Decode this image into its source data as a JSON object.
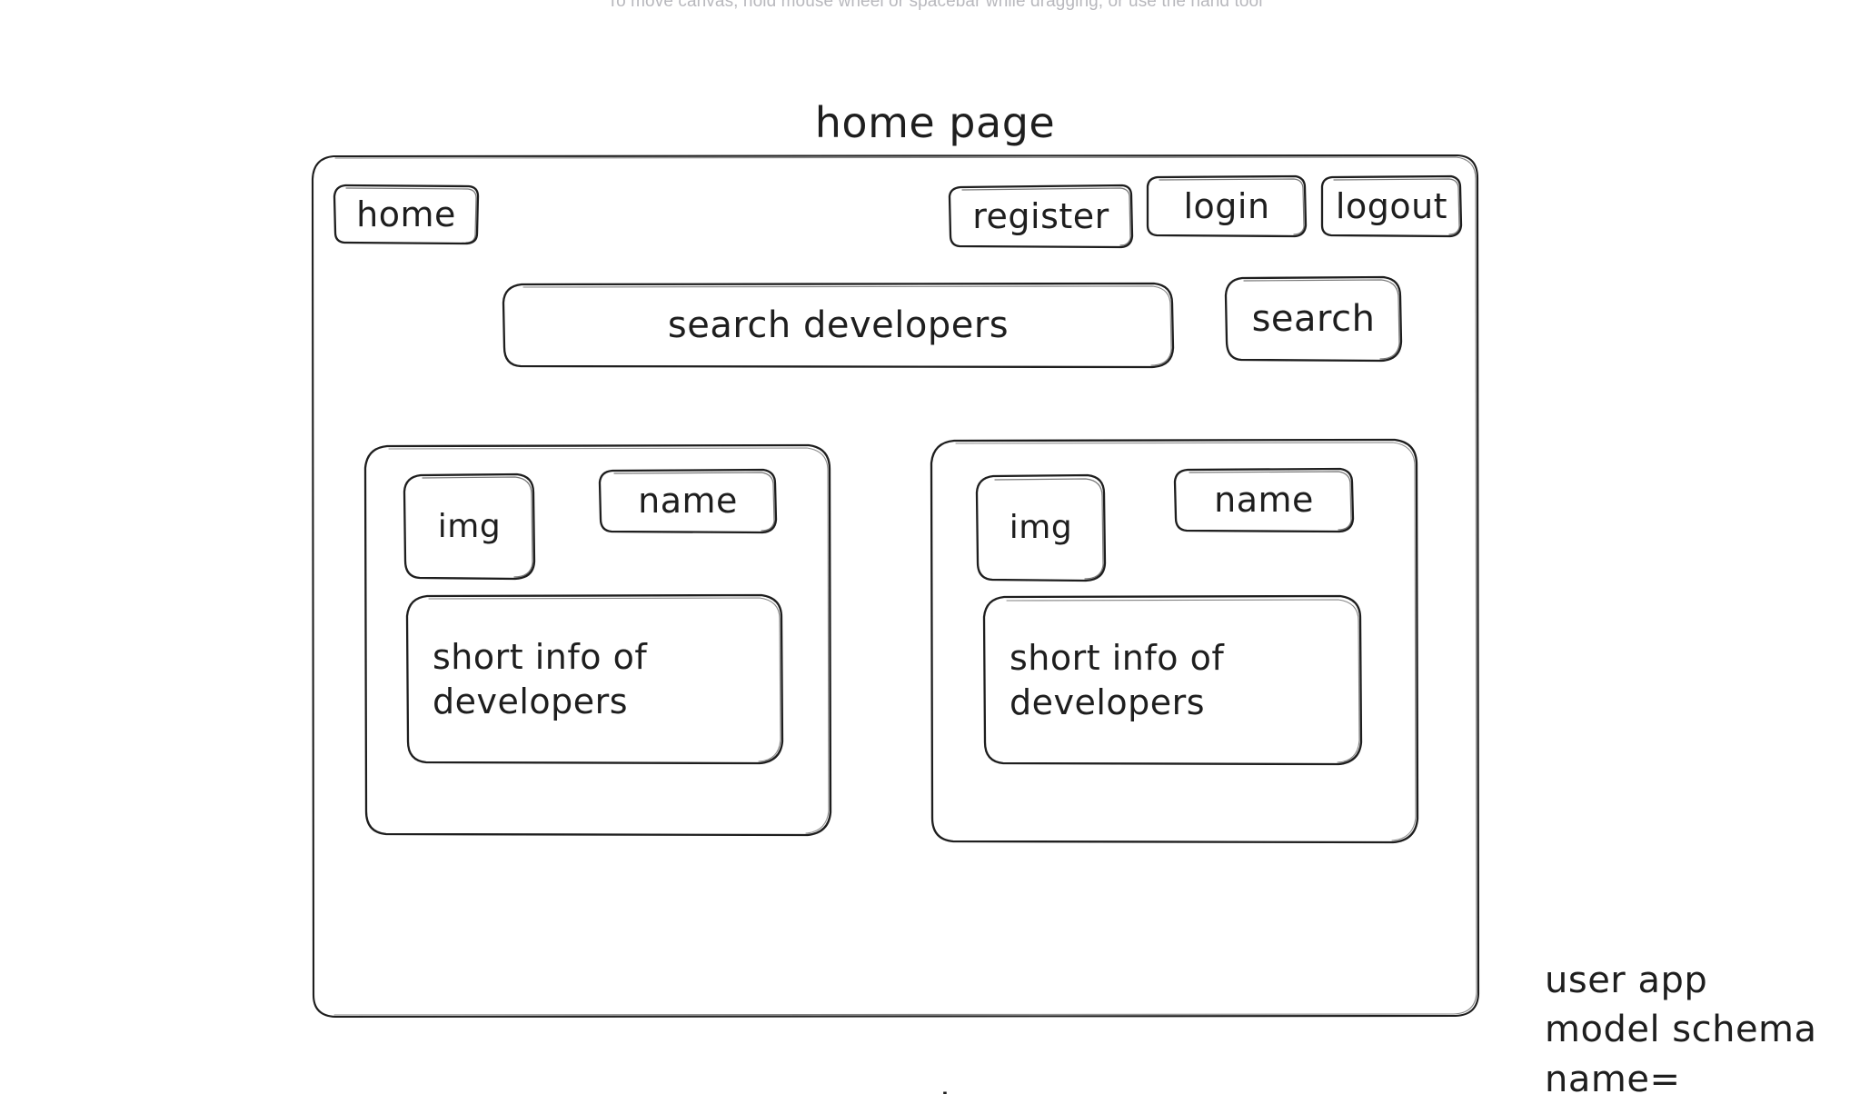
{
  "canvas": {
    "hint": "To move canvas, hold mouse wheel or spacebar while dragging, or use the hand tool",
    "background": "#ffffff",
    "stroke": "#1e1e1e"
  },
  "page_title": "home page",
  "frame": {
    "name": "home-page-wireframe"
  },
  "nav": {
    "home_label": "home",
    "register_label": "register",
    "login_label": "login",
    "logout_label": "logout"
  },
  "search": {
    "input_value": "search developers",
    "input_placeholder": "search developers",
    "button_label": "search"
  },
  "developer_cards": [
    {
      "img_label": "img",
      "name_label": "name",
      "info_label": "short info of\ndevelopers"
    },
    {
      "img_label": "img",
      "name_label": "name",
      "info_label": "short info of\ndevelopers"
    }
  ],
  "annotations": {
    "side_note": "user app\n  model schema\n  name=",
    "bottom_note": "cl"
  }
}
